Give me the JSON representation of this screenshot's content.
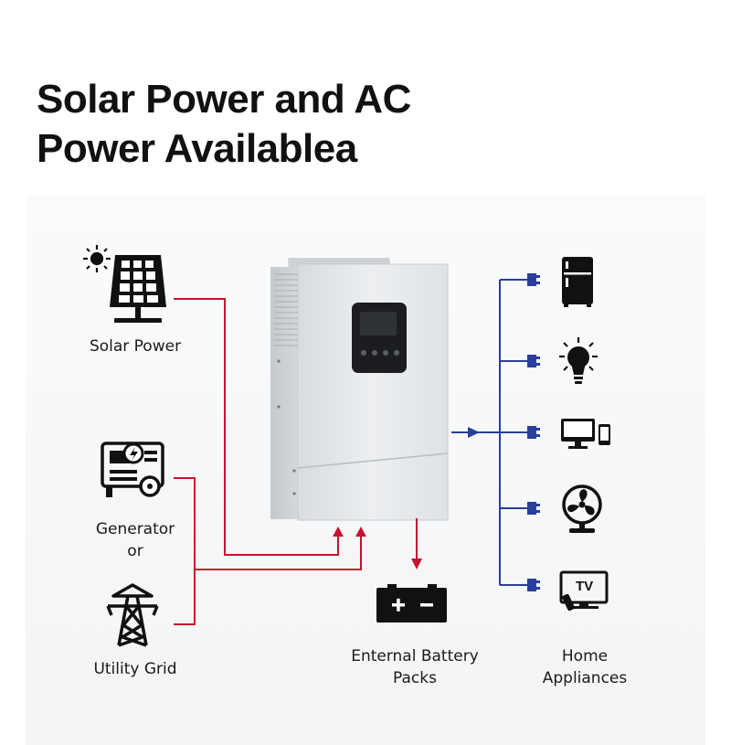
{
  "title": {
    "line1": "Solar Power and AC",
    "line2": "Power Availablea"
  },
  "sources": {
    "solar": {
      "label": "Solar Power",
      "icon": "solar-panel-icon"
    },
    "generator": {
      "label_line1": "Generator",
      "label_line2": "or",
      "icon": "generator-icon"
    },
    "grid": {
      "label": "Utility Grid",
      "icon": "power-tower-icon"
    }
  },
  "battery": {
    "label_line1": "Enternal Battery",
    "label_line2": "Packs",
    "icon": "battery-icon"
  },
  "appliances": {
    "label_line1": "Home",
    "label_line2": "Appliances",
    "items": [
      "refrigerator-icon",
      "light-bulb-icon",
      "computer-icon",
      "fan-icon",
      "tv-icon"
    ],
    "tv_text": "TV"
  },
  "colors": {
    "input_lines": "#c8102e",
    "output_lines": "#2a3f9a",
    "icons": "#111111"
  }
}
